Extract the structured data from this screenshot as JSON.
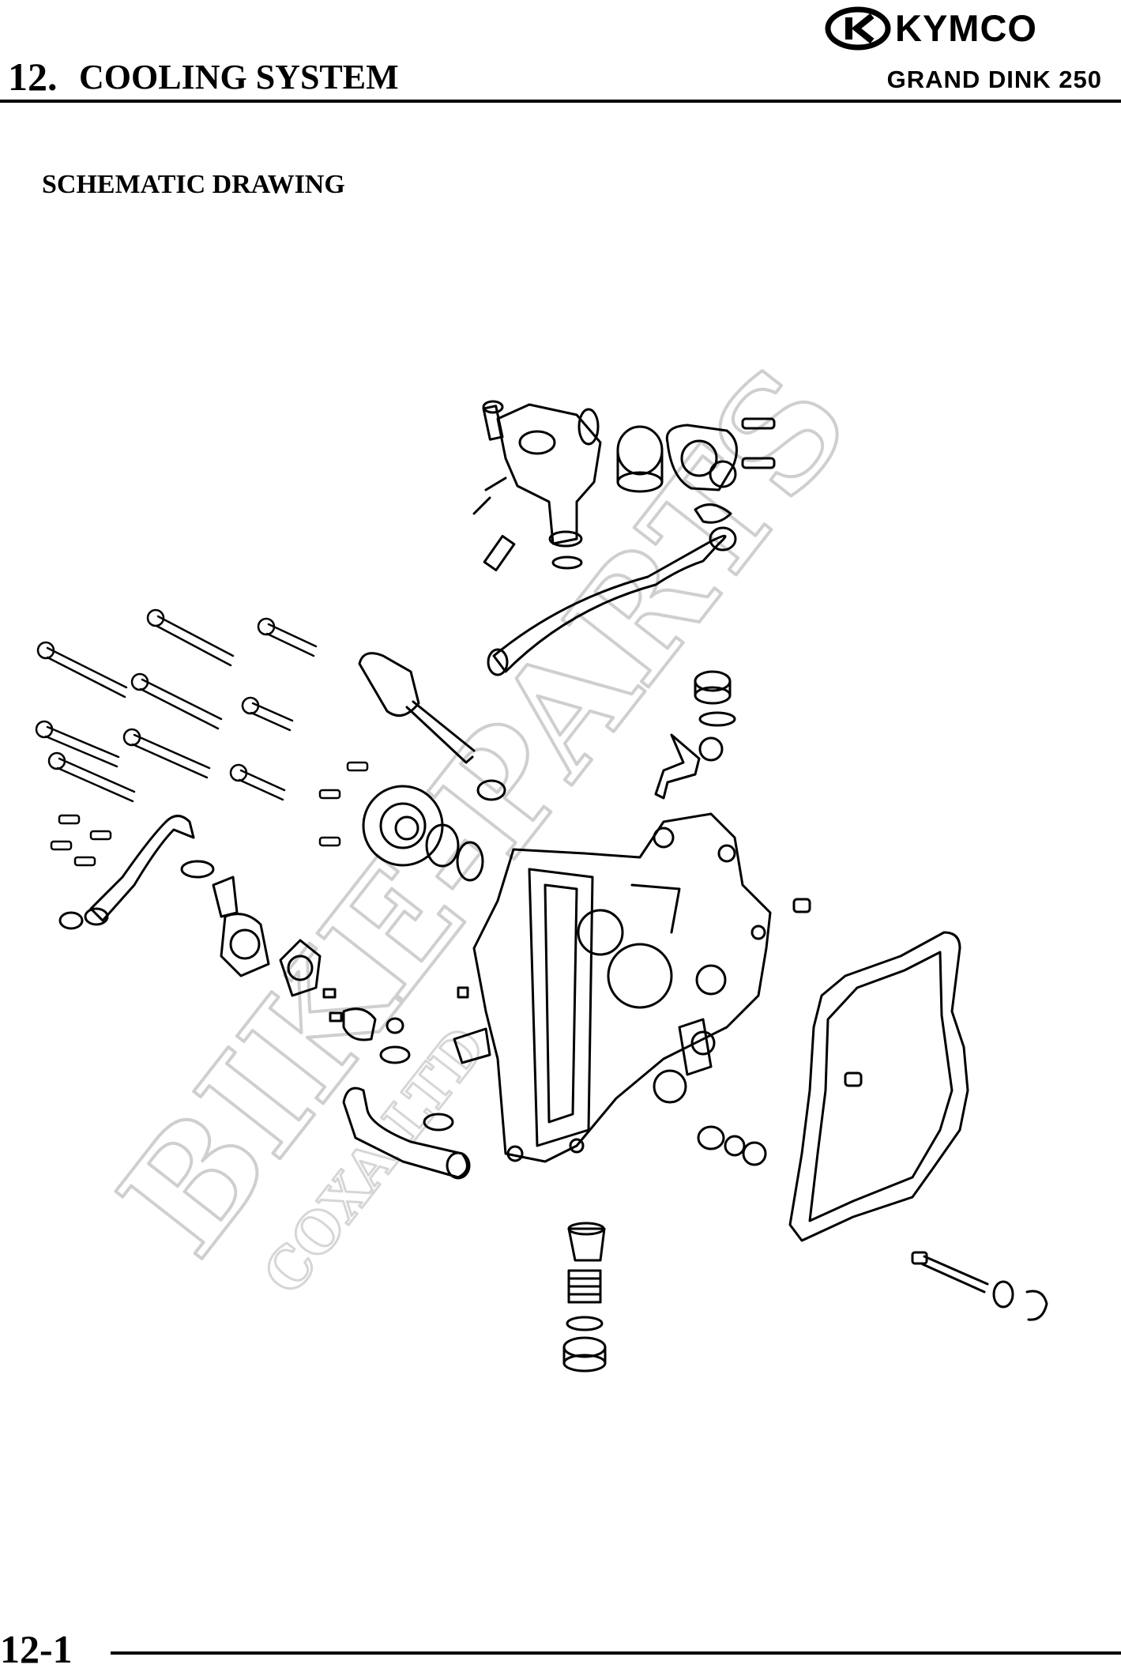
{
  "header": {
    "brand": "KYMCO",
    "chapter_number": "12.",
    "chapter_title": "COOLING SYSTEM",
    "model": "GRAND DINK 250"
  },
  "section": {
    "title": "SCHEMATIC DRAWING"
  },
  "watermark": {
    "main": "BIKE-PARTS",
    "sub": "COXA LTD"
  },
  "footer": {
    "page_number": "12-1"
  },
  "colors": {
    "ink": "#000000",
    "watermark": "#d4d4d4"
  },
  "icons": {
    "brand_logo": "kymco-logo-icon",
    "drawing": "cooling-system-exploded-diagram"
  }
}
